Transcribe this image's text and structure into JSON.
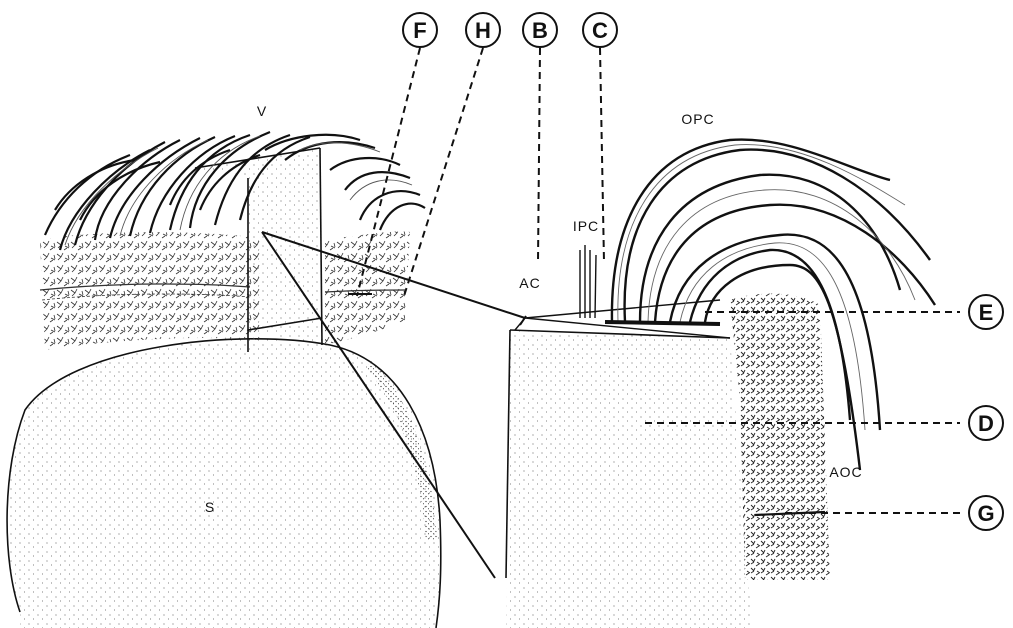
{
  "figure": {
    "labels": {
      "v": "V",
      "s": "S",
      "ac": "AC",
      "ipc": "IPC",
      "opc": "OPC",
      "aoc": "AOC"
    },
    "callouts": {
      "f": "F",
      "h": "H",
      "b": "B",
      "c": "C",
      "e": "E",
      "d": "D",
      "g": "G"
    }
  }
}
